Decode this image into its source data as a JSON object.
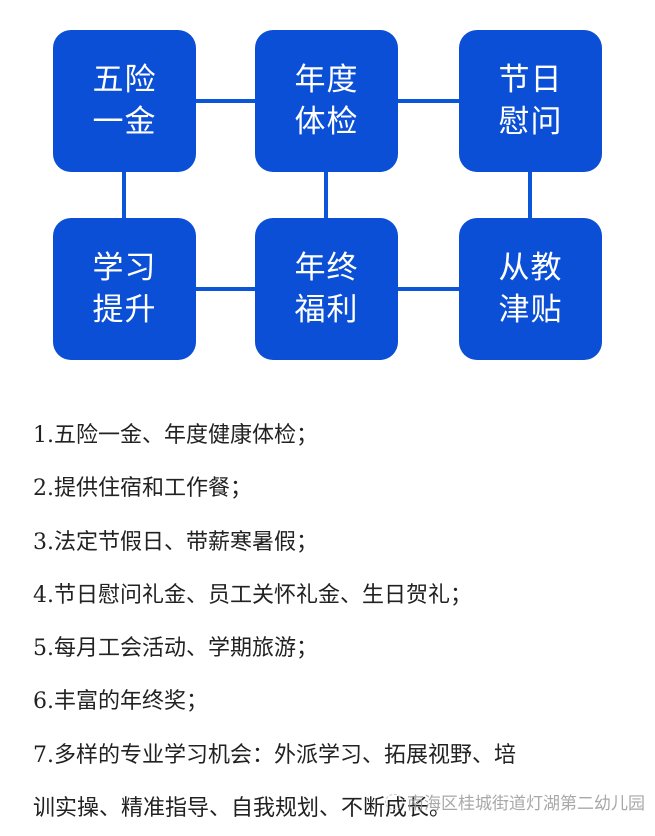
{
  "boxes": [
    {
      "l1": "五险",
      "l2": "一金"
    },
    {
      "l1": "年度",
      "l2": "体检"
    },
    {
      "l1": "节日",
      "l2": "慰问"
    },
    {
      "l1": "学习",
      "l2": "提升"
    },
    {
      "l1": "年终",
      "l2": "福利"
    },
    {
      "l1": "从教",
      "l2": "津贴"
    }
  ],
  "list": [
    "1.五险一金、年度健康体检；",
    "2.提供住宿和工作餐；",
    "3.法定节假日、带薪寒暑假；",
    "4.节日慰问礼金、员工关怀礼金、生日贺礼；",
    "5.每月工会活动、学期旅游；",
    "6.丰富的年终奖；",
    "7.多样的专业学习机会：外派学习、拓展视野、培",
    "训实操、精准指导、自我规划、不断成长。"
  ],
  "watermark": "南海区桂城街道灯湖第二幼儿园",
  "colors": {
    "accent": "#0b4fd6"
  }
}
